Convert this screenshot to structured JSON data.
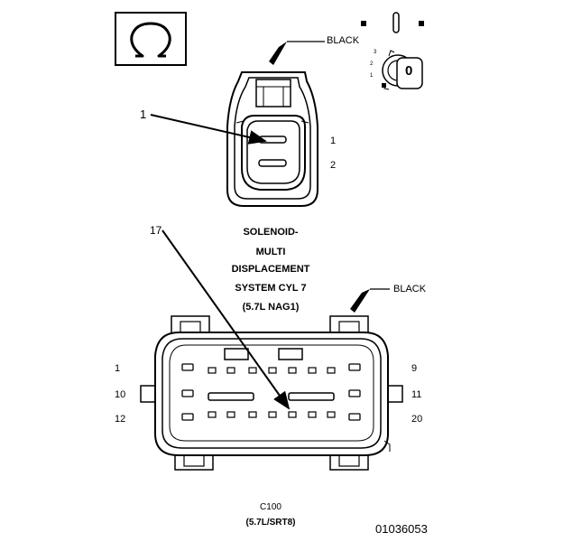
{
  "ohm_symbol": "Ω",
  "solenoid_connector": {
    "color_label": "BLACK",
    "callout": "1",
    "pin_labels": [
      "1",
      "2"
    ]
  },
  "ignition_key": {
    "positions": [
      "3",
      "2",
      "1",
      "0"
    ],
    "selected": "0"
  },
  "component_title": [
    "SOLENOID-",
    "MULTI",
    "DISPLACEMENT",
    "SYSTEM CYL 7",
    "(5.7L NAG1)"
  ],
  "c100_connector": {
    "color_label": "BLACK",
    "callout": "17",
    "left_pin_labels": [
      "1",
      "10",
      "12"
    ],
    "right_pin_labels": [
      "9",
      "11",
      "20"
    ],
    "name": "C100",
    "variant": "(5.7L/SRT8)"
  },
  "figure_id": "01036053",
  "icons": {
    "ohmmeter": "ohm-symbol-icon",
    "ignition": "ignition-key-off-icon"
  }
}
